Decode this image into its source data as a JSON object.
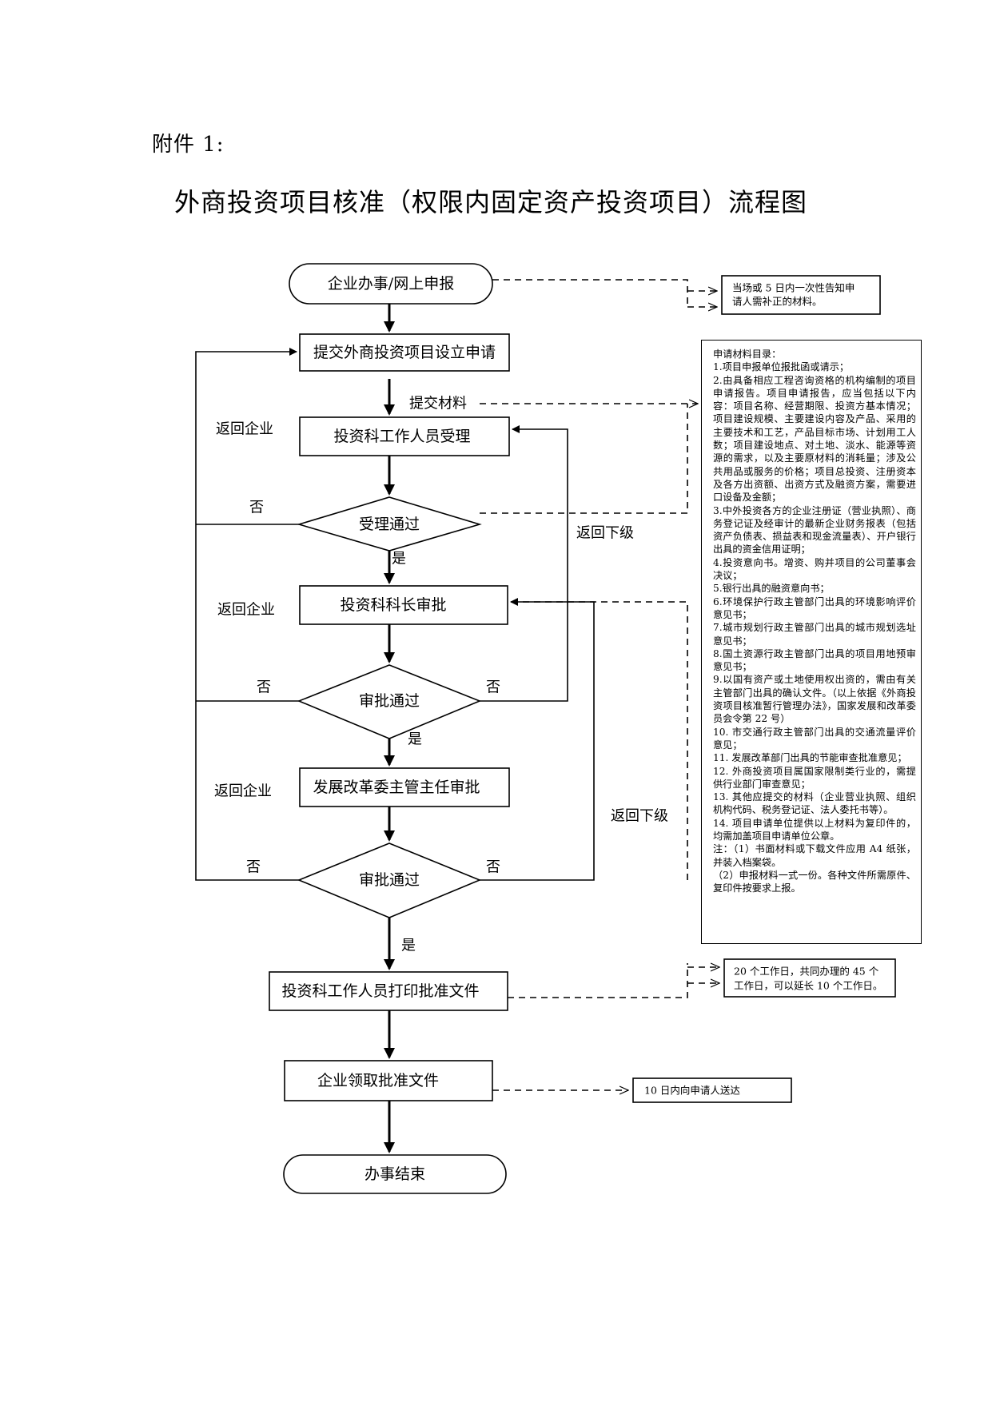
{
  "annex_label": "附件 1:",
  "title": "外商投资项目核准（权限内固定资产投资项目）流程图",
  "nodes": {
    "start": "企业办事/网上申报",
    "submit": "提交外商投资项目设立申请",
    "accept": "投资科工作人员受理",
    "accept_check": "受理通过",
    "chief": "投资科科长审批",
    "chief_check": "审批通过",
    "director": "发展改革委主管主任审批",
    "director_check": "审批通过",
    "print": "投资科工作人员打印批准文件",
    "collect": "企业领取批准文件",
    "end": "办事结束"
  },
  "labels": {
    "submit_materials": "提交材料",
    "return_enterprise_1": "返回企业",
    "return_enterprise_2": "返回企业",
    "return_enterprise_3": "返回企业",
    "no_1": "否",
    "no_2": "否",
    "no_3": "否",
    "no_4": "否",
    "no_5": "否",
    "yes_1": "是",
    "yes_2": "是",
    "yes_3": "是",
    "return_lower_1": "返回下级",
    "return_lower_2": "返回下级"
  },
  "notes": {
    "notify": [
      "当场或 5 日内一次性告知申",
      "请人需补正的材料。"
    ],
    "deadline": [
      "20 个工作日，共同办理的 45 个",
      "工作日，可以延长 10 个工作日。"
    ],
    "deliver": "10 日内向申请人送达"
  },
  "materials": [
    "申请材料目录：",
    "1.项目申报单位报批函或请示；",
    "2.由具备相应工程咨询资格的机构编制的项目申请报告。项目申请报告，应当包括以下内容：项目名称、经营期限、投资方基本情况；项目建设规模、主要建设内容及产品、采用的主要技术和工艺，产品目标市场、计划用工人数；项目建设地点、对土地、淡水、能源等资源的需求，以及主要原材料的消耗量；涉及公共用品或服务的价格；项目总投资、注册资本及各方出资额、出资方式及融资方案，需要进口设备及金额；",
    "3.中外投资各方的企业注册证（营业执照）、商务登记证及经审计的最新企业财务报表（包括资产负债表、损益表和现金流量表）、开户银行出具的资金信用证明；",
    "4.投资意向书。增资、购并项目的公司董事会决议；",
    "5.银行出具的融资意向书；",
    "6.环境保护行政主管部门出具的环境影响评价意见书；",
    "7.城市规划行政主管部门出具的城市规划选址意见书；",
    "8.国土资源行政主管部门出具的项目用地预审意见书；",
    "9.以国有资产或土地使用权出资的，需由有关主管部门出具的确认文件。（以上依据《外商投资项目核准暂行管理办法》，国家发展和改革委员会令第 22 号）",
    "10. 市交通行政主管部门出具的交通流量评价意见；",
    "11. 发展改革部门出具的节能审查批准意见；",
    "12. 外商投资项目属国家限制类行业的，需提供行业部门审查意见；",
    "13. 其他应提交的材料（企业营业执照、组织机构代码、税务登记证、法人委托书等）。",
    "14. 项目申请单位提供以上材料为复印件的，均需加盖项目申请单位公章。",
    "注：（1）书面材料或下载文件应用 A4 纸张，并装入档案袋。",
    "（2）申报材料一式一份。各种文件所需原件、复印件按要求上报。"
  ]
}
